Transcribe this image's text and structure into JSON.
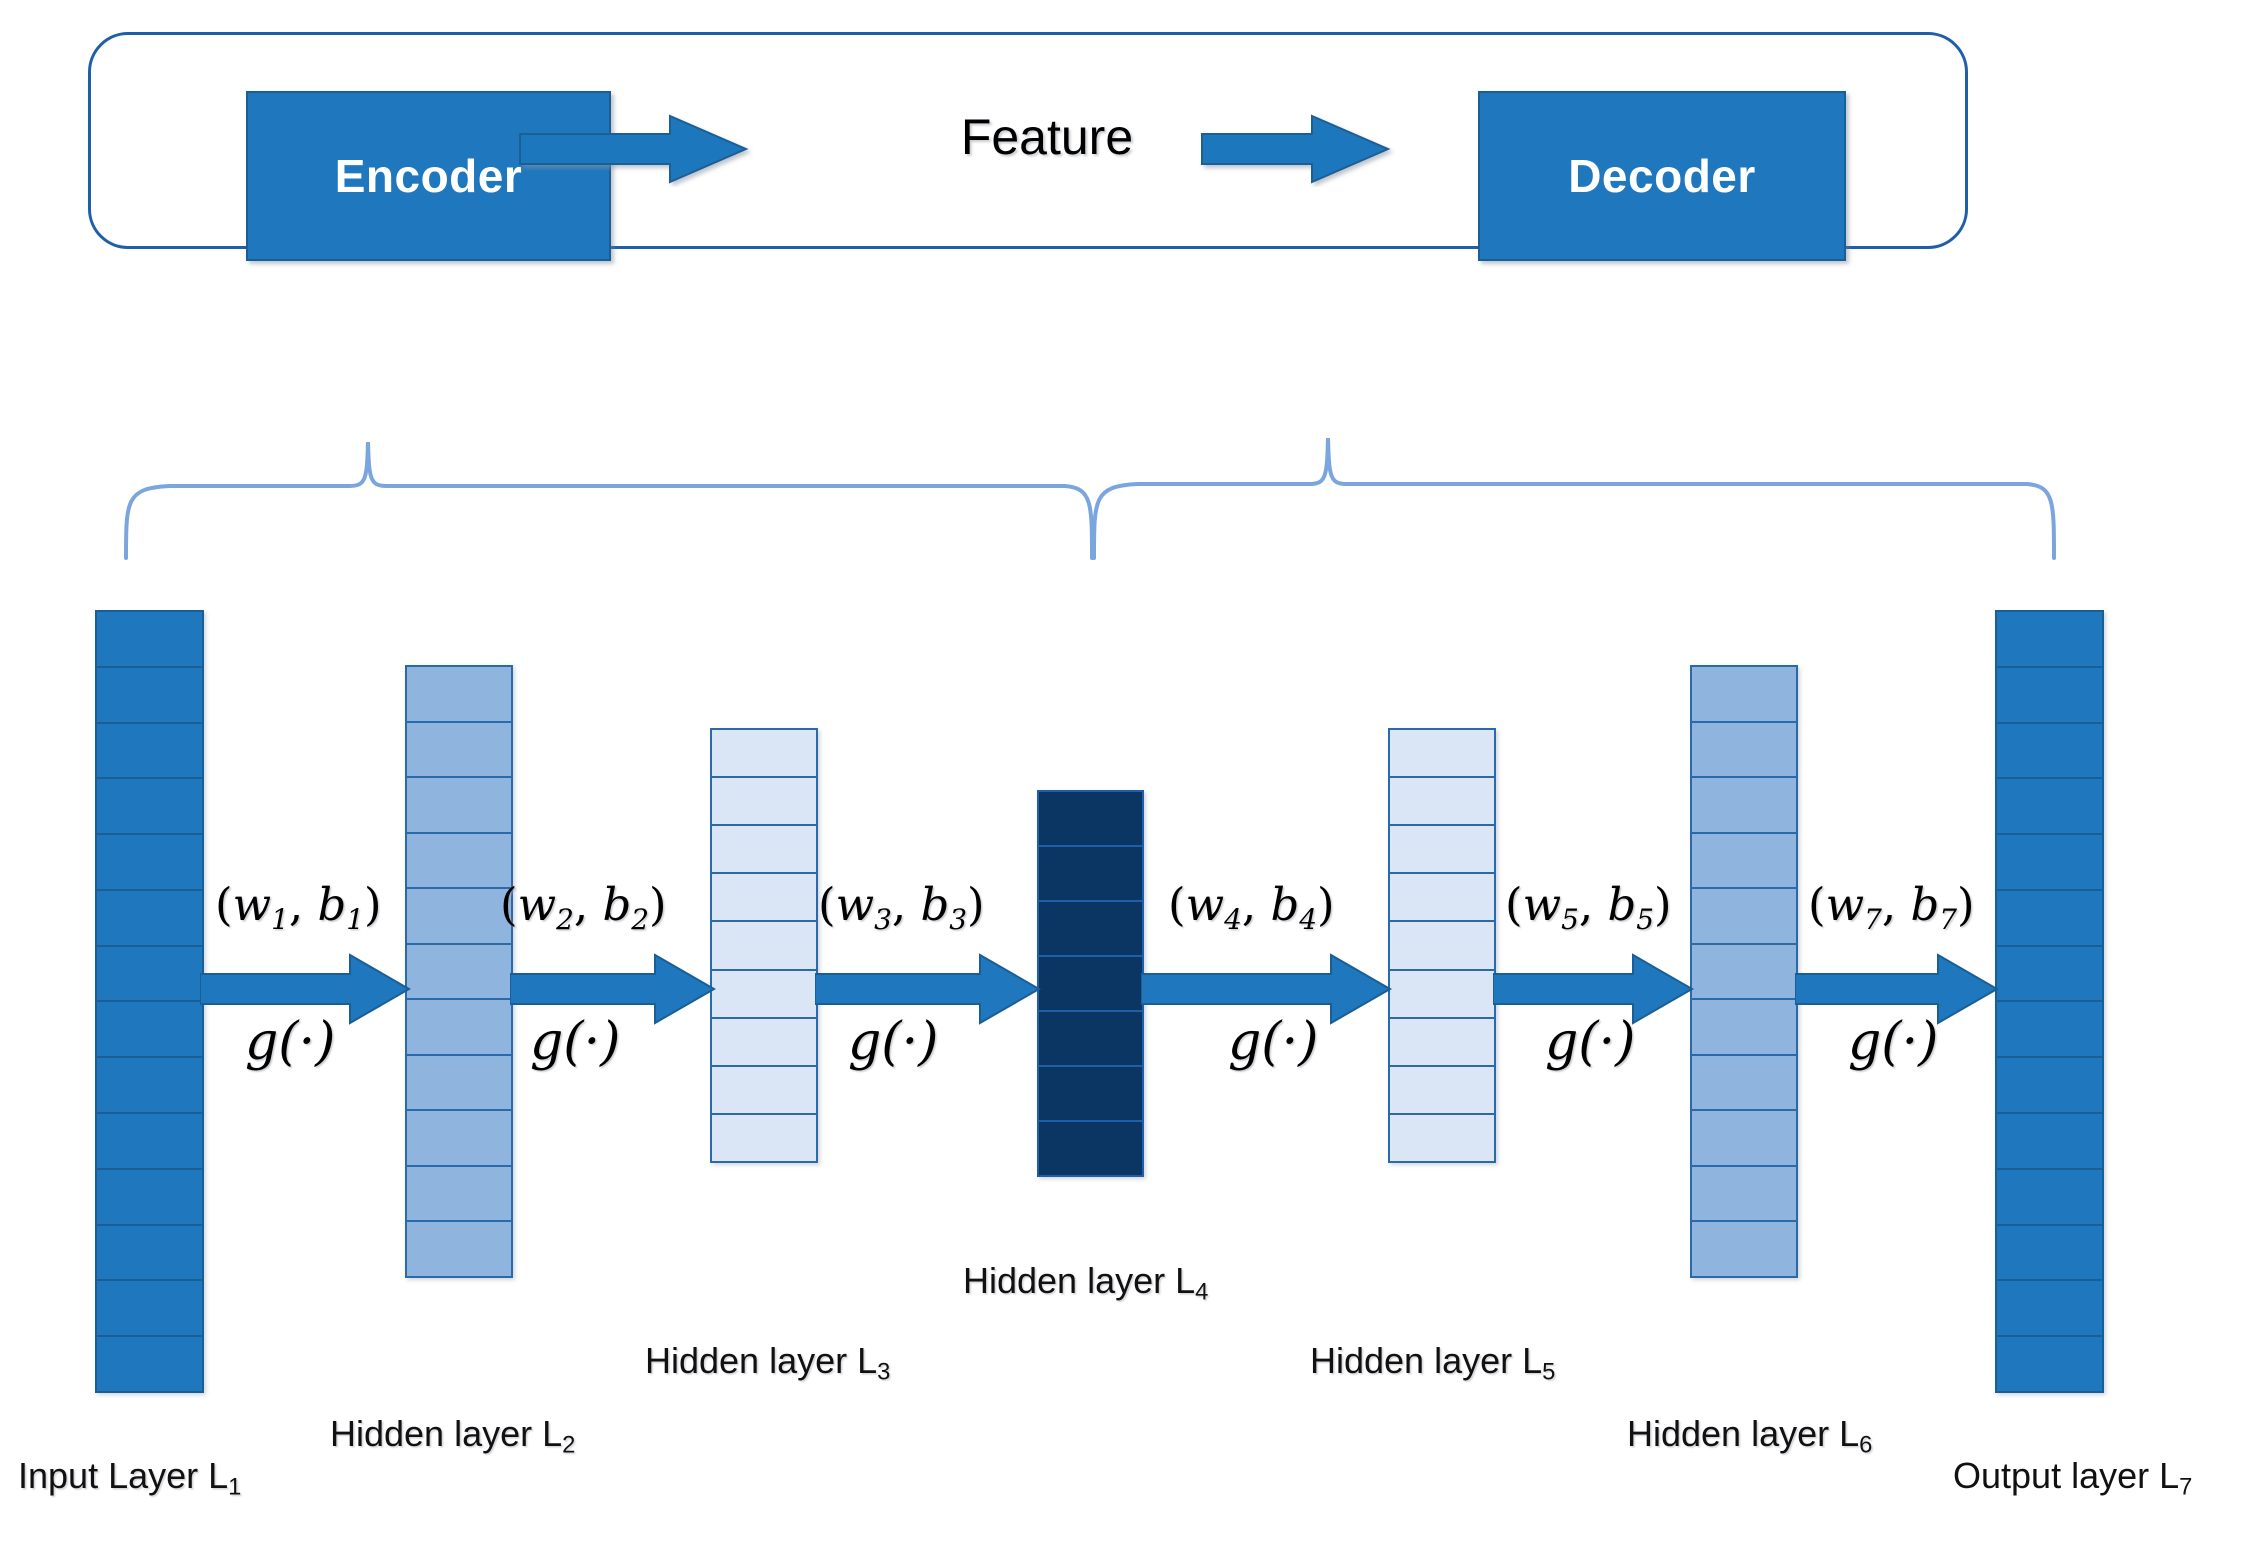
{
  "diagram": {
    "title_hidden": "Autoencoder architecture diagram",
    "summary": {
      "encoder_label": "Encoder",
      "feature_label": "Feature",
      "decoder_label": "Decoder",
      "arrow_1": "arrow-right",
      "arrow_2": "arrow-right"
    },
    "braces": {
      "left": "encoder-brace",
      "right": "decoder-brace"
    },
    "layers": [
      {
        "id": "L1",
        "caption_prefix": "Input Layer L",
        "caption_sub": "1",
        "cells": 14,
        "fill": "#1f77bd",
        "stroke": "#1a5e96"
      },
      {
        "id": "L2",
        "caption_prefix": "Hidden layer L",
        "caption_sub": "2",
        "cells": 11,
        "fill": "#8fb4dd",
        "stroke": "#2a6aa8"
      },
      {
        "id": "L3",
        "caption_prefix": "Hidden layer L",
        "caption_sub": "3",
        "cells": 9,
        "fill": "#dae6f5",
        "stroke": "#2a6aa8"
      },
      {
        "id": "L4",
        "caption_prefix": "Hidden layer L",
        "caption_sub": "4",
        "cells": 7,
        "fill": "#0b3562",
        "stroke": "#1f5fa9"
      },
      {
        "id": "L5",
        "caption_prefix": "Hidden layer L",
        "caption_sub": "5",
        "cells": 9,
        "fill": "#dae6f5",
        "stroke": "#2a6aa8"
      },
      {
        "id": "L6",
        "caption_prefix": "Hidden layer L",
        "caption_sub": "6",
        "cells": 11,
        "fill": "#8fb4dd",
        "stroke": "#2a6aa8"
      },
      {
        "id": "L7",
        "caption_prefix": "Output layer L",
        "caption_sub": "7",
        "cells": 14,
        "fill": "#1f77bd",
        "stroke": "#1a5e96"
      }
    ],
    "transitions": [
      {
        "weight_var": "w",
        "bias_var": "b",
        "index": "1",
        "activation": "g(·)"
      },
      {
        "weight_var": "w",
        "bias_var": "b",
        "index": "2",
        "activation": "g(·)"
      },
      {
        "weight_var": "w",
        "bias_var": "b",
        "index": "3",
        "activation": "g(·)"
      },
      {
        "weight_var": "w",
        "bias_var": "b",
        "index": "4",
        "activation": "g(·)"
      },
      {
        "weight_var": "w",
        "bias_var": "b",
        "index": "5",
        "activation": "g(·)"
      },
      {
        "weight_var": "w",
        "bias_var": "b",
        "index": "7",
        "activation": "g(·)"
      }
    ],
    "colors": {
      "accent_blue": "#1f77bd",
      "deep_navy": "#0b3562",
      "mid_blue": "#8fb4dd",
      "pale_blue": "#dae6f5",
      "outline_blue": "#1f5fa9",
      "brace_blue": "#7aa6dd",
      "background": "#ffffff",
      "text_black": "#000000"
    }
  }
}
